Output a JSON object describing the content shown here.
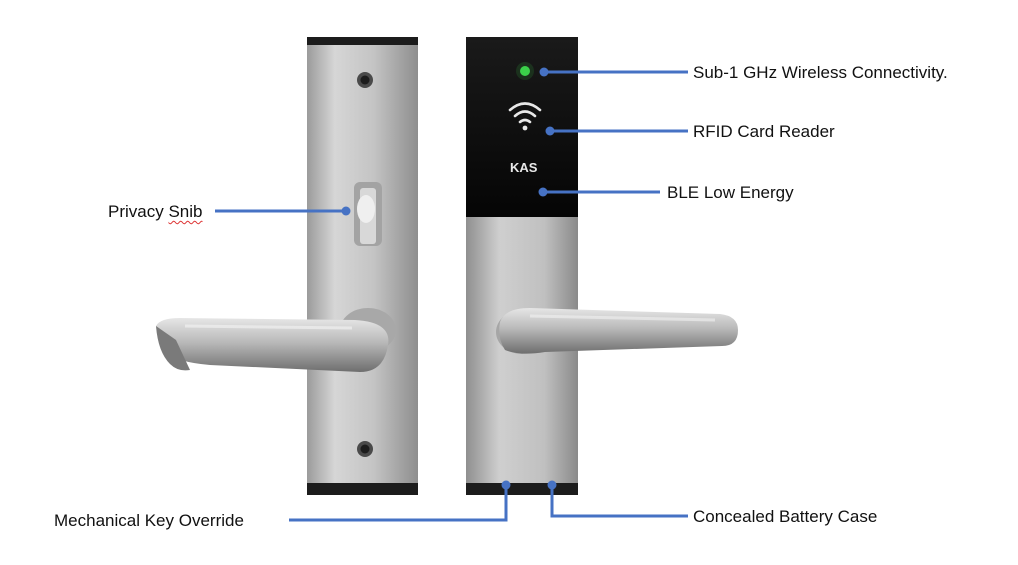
{
  "colors": {
    "callout_line": "#4672c4",
    "led_green": "#3bd24a",
    "reader_panel": "#111111",
    "steel": "#bdbdbd"
  },
  "labels": {
    "sub1ghz": "Sub-1 GHz Wireless Connectivity.",
    "rfid": "RFID Card Reader",
    "ble": "BLE Low Energy",
    "privacy_snib_word1": "Privacy",
    "privacy_snib_word2": "Snib",
    "key_override": "Mechanical Key Override",
    "battery_case": "Concealed Battery Case"
  },
  "device": {
    "brand_mark": "KAS",
    "wireless_icon": "rfid-wireless-icon"
  }
}
